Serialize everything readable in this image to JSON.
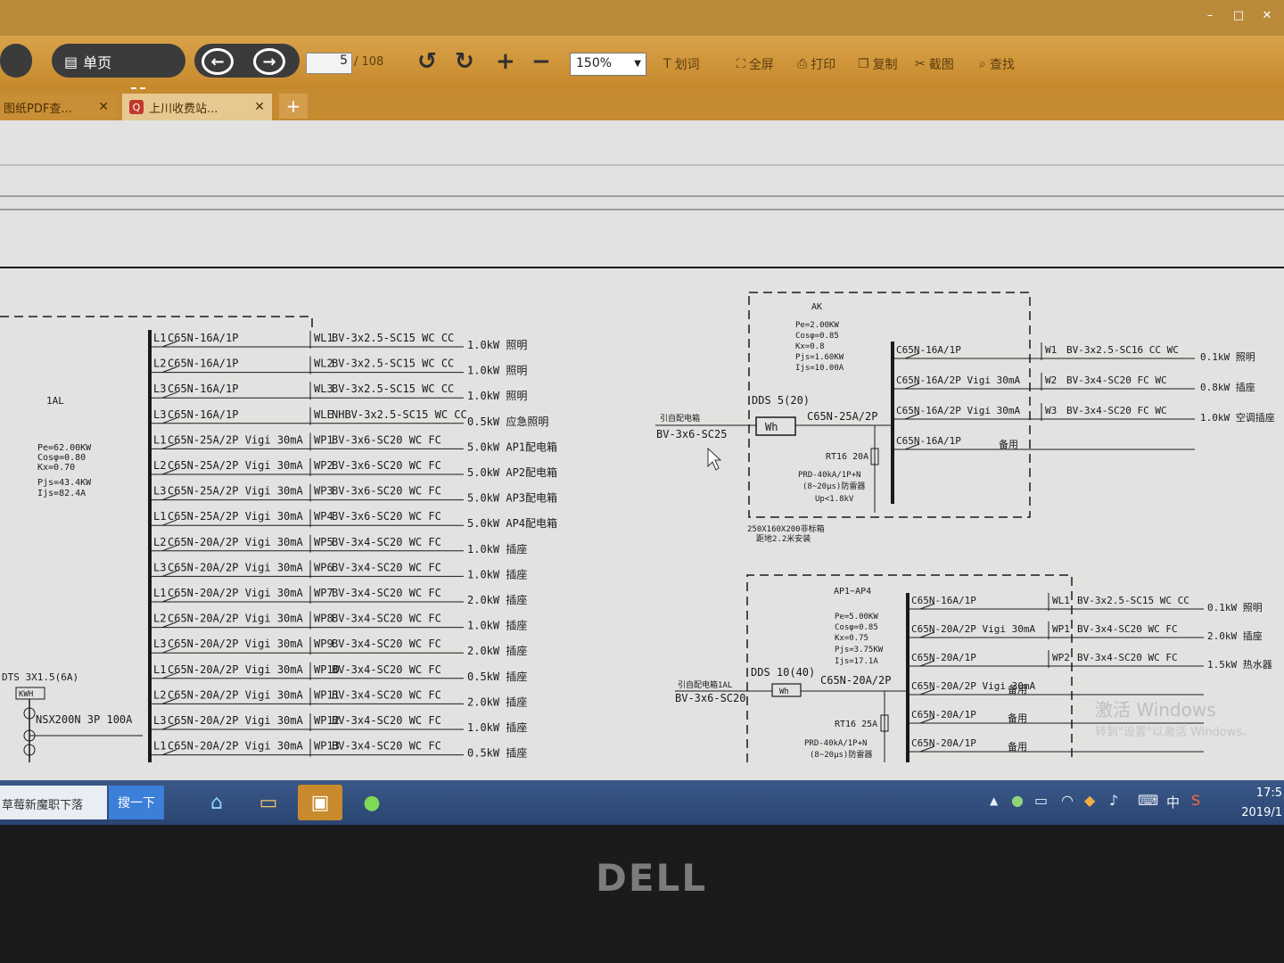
{
  "toolbar": {
    "single_page_label": "单页",
    "page_current": "5",
    "page_total": "/ 108",
    "zoom": "150%",
    "tools": [
      "划词",
      "全屏",
      "打印",
      "复制",
      "截图",
      "查找"
    ]
  },
  "tabs": [
    {
      "label": "图纸PDF查..."
    },
    {
      "label": "上川收费站..."
    }
  ],
  "drawing": {
    "panel_1al": {
      "name": "1AL",
      "params": [
        "Pe=62.00KW",
        "Cosφ=0.80",
        "Kx=0.70",
        "Pjs=43.4KW",
        "Ijs=82.4A"
      ],
      "meter": "DTS 3X1.5(6A)",
      "meter_box": "KWH",
      "main_breaker": "NSX200N 3P 100A",
      "circuits": [
        {
          "phase": "L1",
          "breaker": "C65N-16A/1P",
          "id": "WL1",
          "cable": "BV-3x2.5-SC15 WC CC",
          "load": "1.0kW 照明"
        },
        {
          "phase": "L2",
          "breaker": "C65N-16A/1P",
          "id": "WL2",
          "cable": "BV-3x2.5-SC15 WC CC",
          "load": "1.0kW 照明"
        },
        {
          "phase": "L3",
          "breaker": "C65N-16A/1P",
          "id": "WL3",
          "cable": "BV-3x2.5-SC15 WC CC",
          "load": "1.0kW 照明"
        },
        {
          "phase": "L3",
          "breaker": "C65N-16A/1P",
          "id": "WLE",
          "cable": "NHBV-3x2.5-SC15 WC CC",
          "load": "0.5kW 应急照明"
        },
        {
          "phase": "L1",
          "breaker": "C65N-25A/2P Vigi 30mA",
          "id": "WP1",
          "cable": "BV-3x6-SC20 WC FC",
          "load": "5.0kW AP1配电箱"
        },
        {
          "phase": "L2",
          "breaker": "C65N-25A/2P Vigi 30mA",
          "id": "WP2",
          "cable": "BV-3x6-SC20 WC FC",
          "load": "5.0kW AP2配电箱"
        },
        {
          "phase": "L3",
          "breaker": "C65N-25A/2P Vigi 30mA",
          "id": "WP3",
          "cable": "BV-3x6-SC20 WC FC",
          "load": "5.0kW AP3配电箱"
        },
        {
          "phase": "L1",
          "breaker": "C65N-25A/2P Vigi 30mA",
          "id": "WP4",
          "cable": "BV-3x6-SC20 WC FC",
          "load": "5.0kW AP4配电箱"
        },
        {
          "phase": "L2",
          "breaker": "C65N-20A/2P Vigi 30mA",
          "id": "WP5",
          "cable": "BV-3x4-SC20 WC FC",
          "load": "1.0kW 插座"
        },
        {
          "phase": "L3",
          "breaker": "C65N-20A/2P Vigi 30mA",
          "id": "WP6",
          "cable": "BV-3x4-SC20 WC FC",
          "load": "1.0kW 插座"
        },
        {
          "phase": "L1",
          "breaker": "C65N-20A/2P Vigi 30mA",
          "id": "WP7",
          "cable": "BV-3x4-SC20 WC FC",
          "load": "2.0kW 插座"
        },
        {
          "phase": "L2",
          "breaker": "C65N-20A/2P Vigi 30mA",
          "id": "WP8",
          "cable": "BV-3x4-SC20 WC FC",
          "load": "1.0kW 插座"
        },
        {
          "phase": "L3",
          "breaker": "C65N-20A/2P Vigi 30mA",
          "id": "WP9",
          "cable": "BV-3x4-SC20 WC FC",
          "load": "2.0kW 插座"
        },
        {
          "phase": "L1",
          "breaker": "C65N-20A/2P Vigi 30mA",
          "id": "WP10",
          "cable": "BV-3x4-SC20 WC FC",
          "load": "0.5kW 插座"
        },
        {
          "phase": "L2",
          "breaker": "C65N-20A/2P Vigi 30mA",
          "id": "WP11",
          "cable": "BV-3x4-SC20 WC FC",
          "load": "2.0kW 插座"
        },
        {
          "phase": "L3",
          "breaker": "C65N-20A/2P Vigi 30mA",
          "id": "WP12",
          "cable": "BV-3x4-SC20 WC FC",
          "load": "1.0kW 插座"
        },
        {
          "phase": "L1",
          "breaker": "C65N-20A/2P Vigi 30mA",
          "id": "WP13",
          "cable": "BV-3x4-SC20 WC FC",
          "load": "0.5kW 插座"
        }
      ]
    },
    "panel_ak": {
      "name": "AK",
      "params": [
        "Pe=2.00KW",
        "Cosφ=0.85",
        "Kx=0.8",
        "Pjs=1.60KW",
        "Ijs=10.00A"
      ],
      "feed_label": "引自配电箱",
      "feed_cable": "BV-3x6-SC25",
      "meter": "DDS 5(20)",
      "meter_box": "Wh",
      "main_breaker": "C65N-25A/2P",
      "fuse": "RT16 20A",
      "spd": [
        "PRD-40kA/1P+N",
        "(8~20μs)防雷器",
        "Up<1.8kV"
      ],
      "box_size": [
        "250X160X200非标箱",
        "距地2.2米安装"
      ],
      "circuits": [
        {
          "breaker": "C65N-16A/1P",
          "id": "W1",
          "cable": "BV-3x2.5-SC16 CC WC",
          "load": "0.1kW 照明"
        },
        {
          "breaker": "C65N-16A/2P Vigi 30mA",
          "id": "W2",
          "cable": "BV-3x4-SC20 FC WC",
          "load": "0.8kW 插座"
        },
        {
          "breaker": "C65N-16A/2P Vigi 30mA",
          "id": "W3",
          "cable": "BV-3x4-SC20 FC WC",
          "load": "1.0kW 空调插座"
        },
        {
          "breaker": "C65N-16A/1P",
          "id": "",
          "cable": "",
          "load": "备用"
        }
      ]
    },
    "panel_ap": {
      "name": "AP1~AP4",
      "params": [
        "Pe=5.00KW",
        "Cosφ=0.85",
        "Kx=0.75",
        "Pjs=3.75KW",
        "Ijs=17.1A"
      ],
      "feed_label": "引自配电箱1AL",
      "feed_cable": "BV-3x6-SC20",
      "meter": "DDS 10(40)",
      "meter_box": "Wh",
      "main_breaker": "C65N-20A/2P",
      "fuse": "RT16 25A",
      "spd": [
        "PRD-40kA/1P+N",
        "(8~20μs)防雷器"
      ],
      "circuits": [
        {
          "breaker": "C65N-16A/1P",
          "id": "WL1",
          "cable": "BV-3x2.5-SC15 WC CC",
          "load": "0.1kW 照明"
        },
        {
          "breaker": "C65N-20A/2P Vigi 30mA",
          "id": "WP1",
          "cable": "BV-3x4-SC20 WC FC",
          "load": "2.0kW 插座"
        },
        {
          "breaker": "C65N-20A/1P",
          "id": "WP2",
          "cable": "BV-3x4-SC20 WC FC",
          "load": "1.5kW 热水器"
        },
        {
          "breaker": "C65N-20A/2P Vigi 30mA",
          "id": "",
          "cable": "",
          "load": "备用"
        },
        {
          "breaker": "C65N-20A/1P",
          "id": "",
          "cable": "",
          "load": "备用"
        },
        {
          "breaker": "C65N-20A/1P",
          "id": "",
          "cable": "",
          "load": "备用"
        }
      ]
    },
    "watermark": [
      "激活 Windows",
      "转到\"设置\"以激活 Windows。"
    ]
  },
  "taskbar": {
    "search_text": "草莓新魔职下落",
    "search_button": "搜一下",
    "ime_indicator": "中",
    "clock_time": "17:5",
    "clock_date": "2019/1"
  },
  "bezel": {
    "brand": "DELL"
  },
  "colors": {
    "accent": "#c9892d",
    "taskbar": "#2f4b7a",
    "ink": "#1a1a1a"
  }
}
